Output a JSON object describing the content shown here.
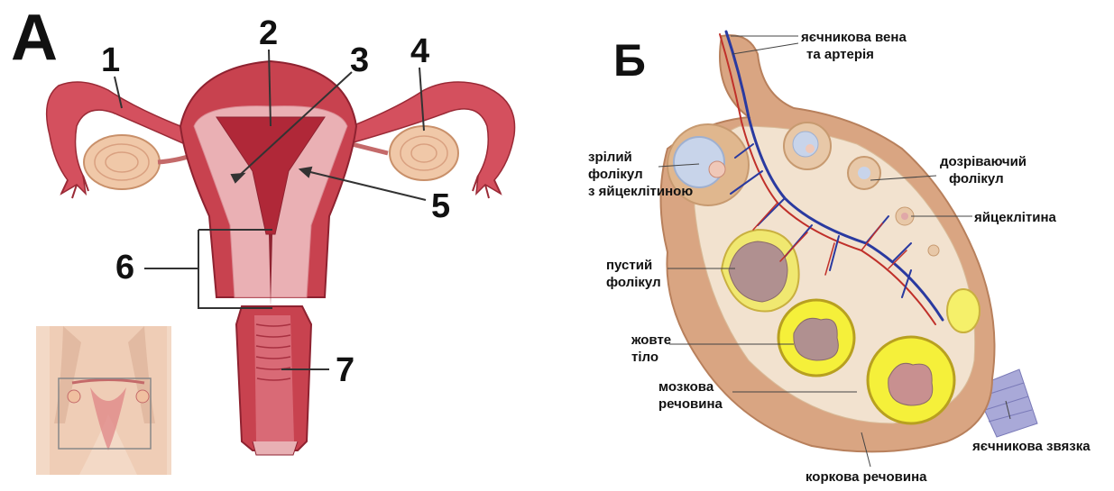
{
  "panel_a": {
    "letter": "А",
    "numbers": [
      "1",
      "2",
      "3",
      "4",
      "5",
      "6",
      "7"
    ]
  },
  "panel_b": {
    "letter": "Б",
    "labels": {
      "vein_artery": [
        "яєчникова вена",
        "та артерія"
      ],
      "mature_follicle": [
        "зрілий",
        "фолікул",
        "з яйцеклітиною"
      ],
      "maturing_follicle": [
        "дозріваючий",
        "фолікул"
      ],
      "egg": [
        "яйцеклітина"
      ],
      "empty_follicle": [
        "пустий",
        "фолікул"
      ],
      "corpus_luteum": [
        "жовте",
        "тіло"
      ],
      "medulla": [
        "мозкова",
        "речовина"
      ],
      "ligament": [
        "яєчникова звязка"
      ],
      "cortex": [
        "коркова речовина"
      ]
    }
  },
  "colors": {
    "tissue_dark": "#b23a4a",
    "tissue_light": "#e8a0a8",
    "ovary_fill": "#f2d8c4",
    "ovary_edge": "#c98a66",
    "follicle_yellow": "#f5f03a",
    "vein": "#2a3aa0",
    "artery": "#c0302a"
  }
}
